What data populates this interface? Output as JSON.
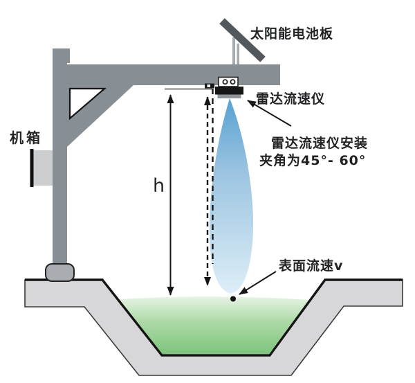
{
  "labels": {
    "solar_panel": "太阳能电池板",
    "cabinet": "机箱",
    "radar_meter": "雷达流速仪",
    "install_note_line1": "雷达流速仪安装",
    "install_note_line2": "夹角为45°- 60°",
    "height": "h",
    "surface_velocity": "表面流速v"
  },
  "colors": {
    "mast": "#878e94",
    "mast_foot": "#a9adb1",
    "solar_panel": "#53585d",
    "panel_leg": "#a6abaf",
    "cabinet_box": "#cbcdcf",
    "concrete": "#d7d7d9",
    "outline": "#141414",
    "beam_top": "#57a2d1",
    "beam_bottom": "#ddeef7",
    "water_top": "#eef7ec",
    "water_bottom": "#7bc47a"
  }
}
